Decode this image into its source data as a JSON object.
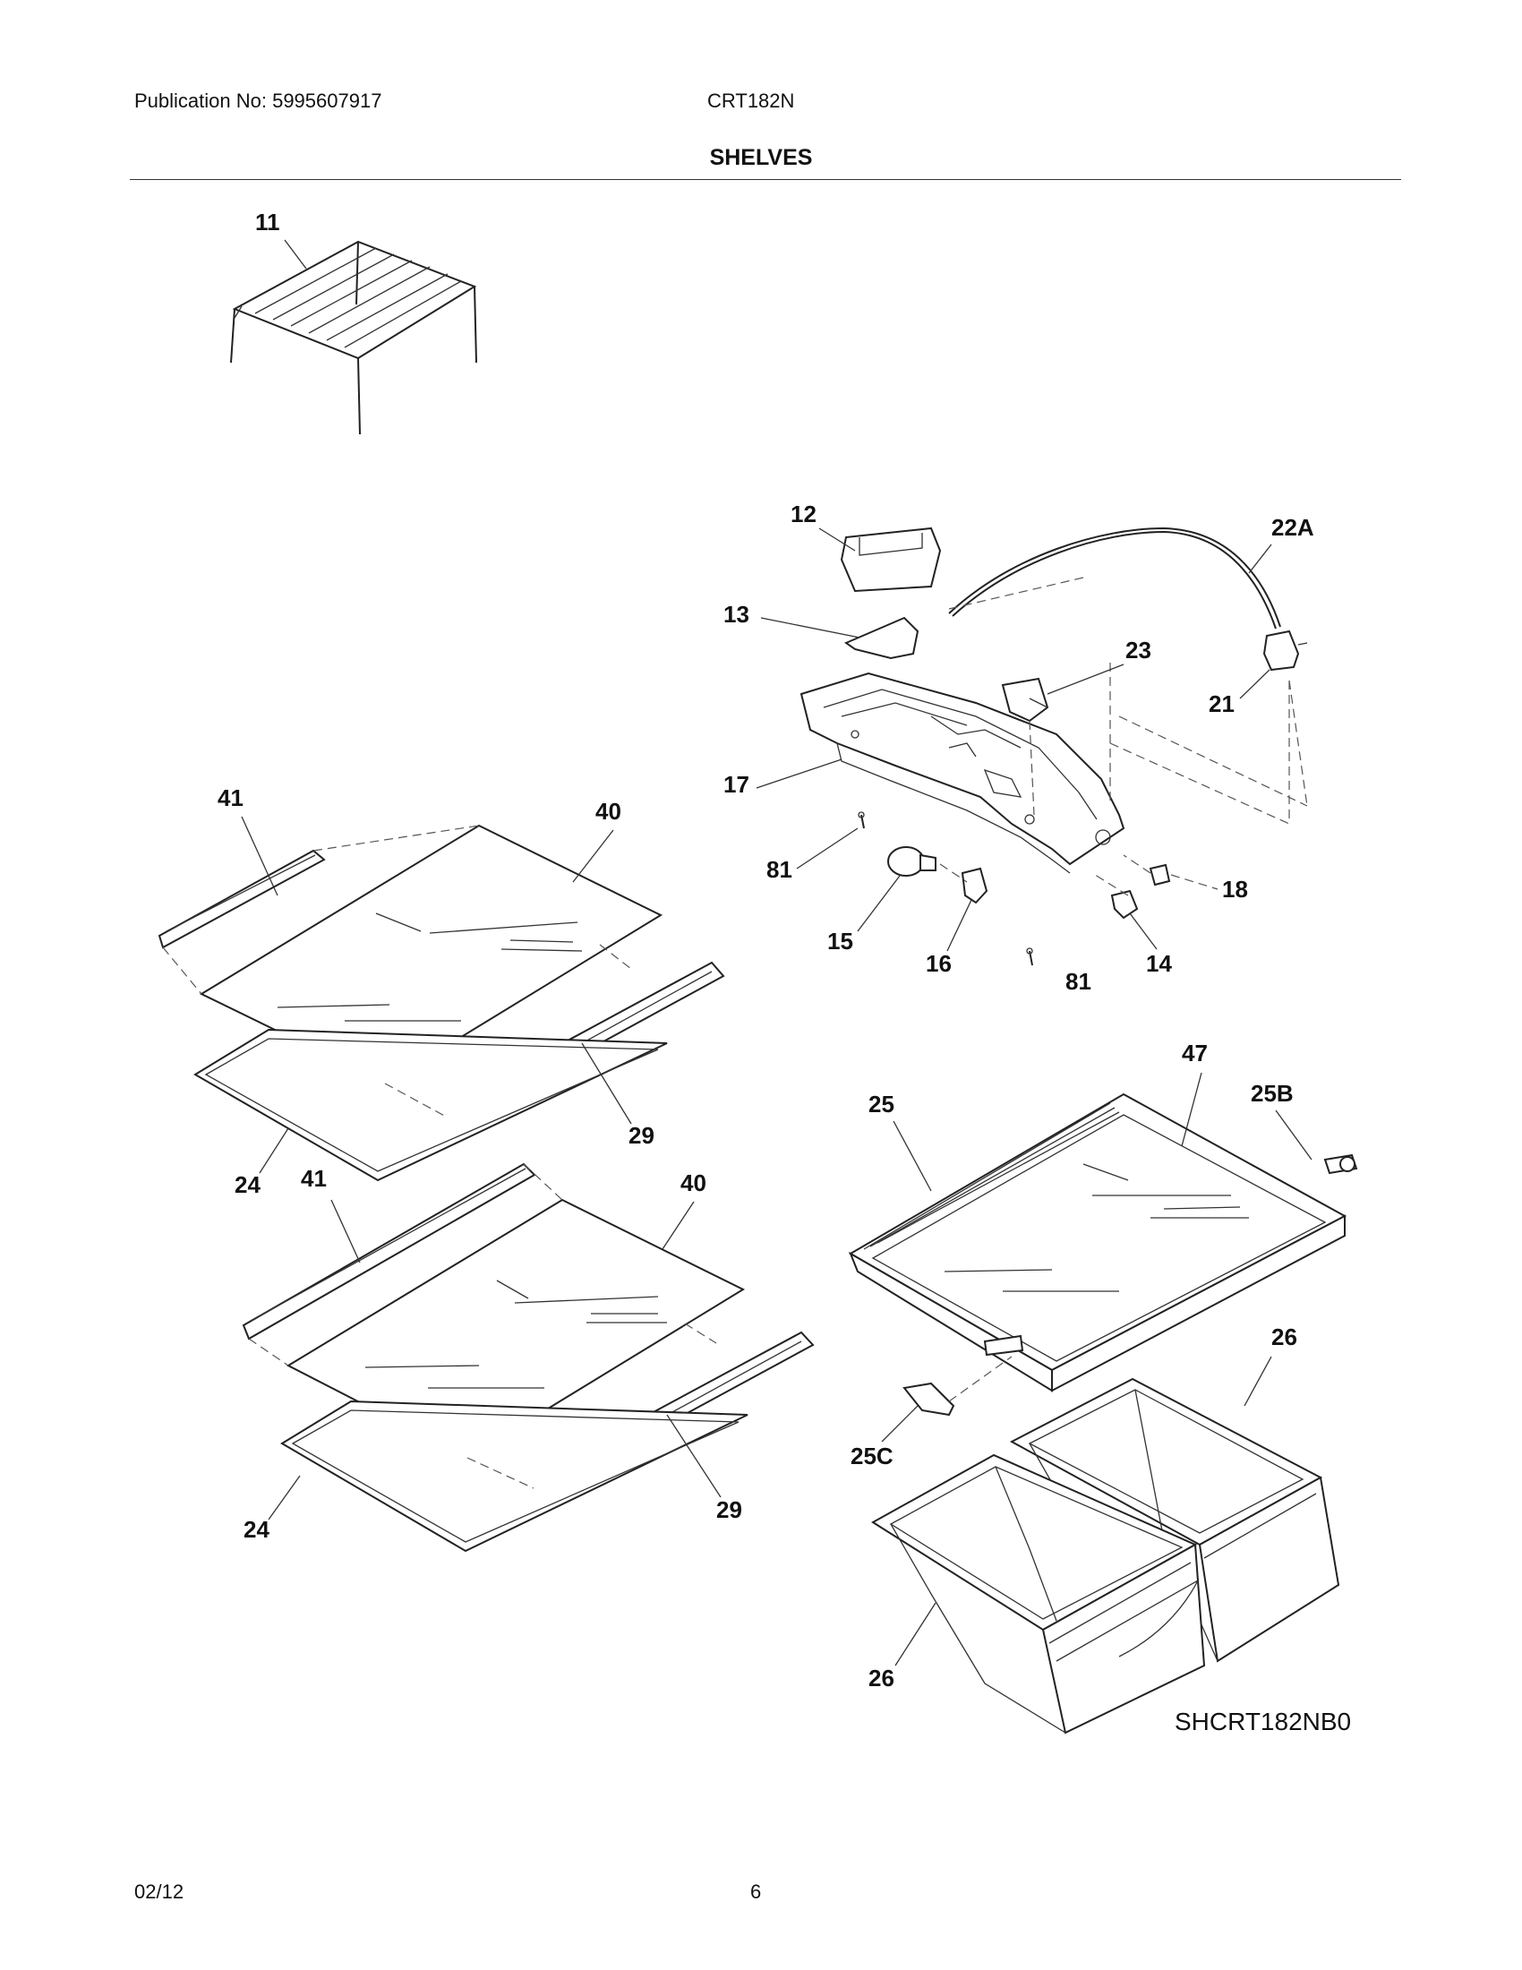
{
  "header": {
    "publication": "Publication No: 5995607917",
    "model": "CRT182N",
    "title": "SHELVES"
  },
  "callouts": {
    "c11": "11",
    "c12": "12",
    "c13": "13",
    "c22a": "22A",
    "c23": "23",
    "c21": "21",
    "c17": "17",
    "c81a": "81",
    "c81b": "81",
    "c15": "15",
    "c16": "16",
    "c14": "14",
    "c18": "18",
    "c41a": "41",
    "c40a": "40",
    "c29a": "29",
    "c24a": "24",
    "c41b": "41",
    "c40b": "40",
    "c29b": "29",
    "c24b": "24",
    "c47": "47",
    "c25": "25",
    "c25b": "25B",
    "c25c": "25C",
    "c26a": "26",
    "c26b": "26"
  },
  "diagram_ref": "SHCRT182NB0",
  "footer": {
    "date": "02/12",
    "page": "6"
  }
}
